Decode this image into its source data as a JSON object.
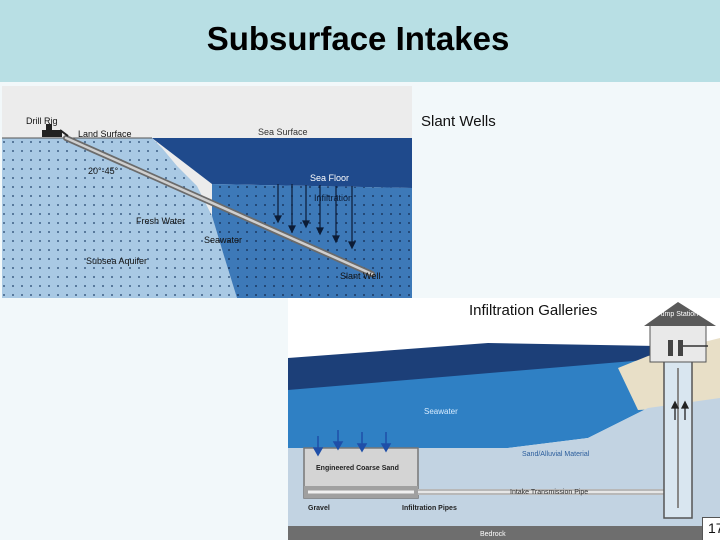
{
  "slide": {
    "title": "Subsurface Intakes",
    "page_number": "17"
  },
  "slant_wells": {
    "caption": "Slant Wells",
    "labels": {
      "drill_rig": "Drill Rig",
      "land_surface": "Land Surface",
      "sea_surface": "Sea Surface",
      "angle": "20°-45°",
      "sea_floor": "Sea Floor",
      "infiltration": "Infiltration",
      "fresh_water": "Fresh Water",
      "seawater": "Seawater",
      "subsea_aquifer": "Subsea Aquifer",
      "slant_well": "Slant Well"
    }
  },
  "galleries": {
    "caption": "Infiltration Galleries",
    "labels": {
      "pump_station": "Pump Station",
      "seawater": "Seawater",
      "sand_alluvial": "Sand/Alluvial Material",
      "engineered_sand": "Engineered Coarse Sand",
      "intake_pipe": "Intake Transmission Pipe",
      "gravel": "Gravel",
      "infiltration_pipes": "Infiltration Pipes",
      "bedrock": "Bedrock"
    }
  },
  "colors": {
    "title_bar": "#b8dfe4",
    "background": "#f2f8fa",
    "sea_dark": "#1f4a8c",
    "sea_mid": "#3d79b8",
    "aquifer_light": "#a9c9e4"
  }
}
